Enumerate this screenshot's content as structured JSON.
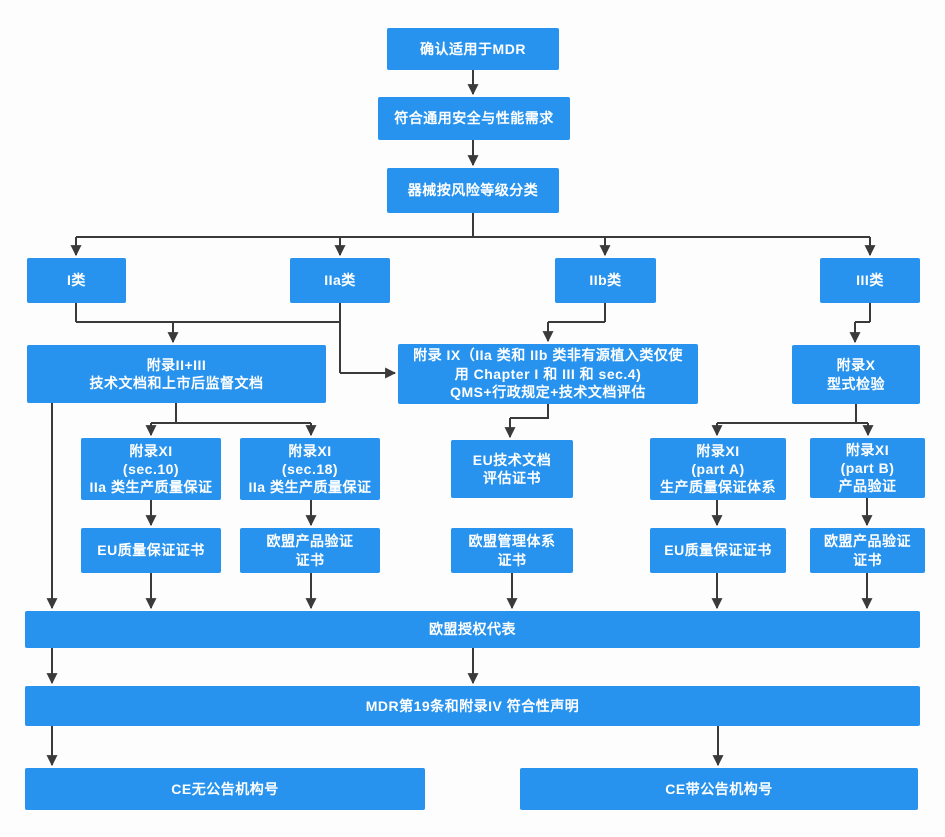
{
  "title": "MDR CE certification flowchart",
  "colors": {
    "node_fill": "#2793ee",
    "node_text": "#ffffff",
    "connector": "#3a3a3a",
    "background": "#fdfdfd"
  },
  "nodes": {
    "confirm_mdr": {
      "label": "确认适用于MDR"
    },
    "safety_requirements": {
      "label": "符合通用安全与性能需求"
    },
    "risk_classification": {
      "label": "器械按风险等级分类"
    },
    "class_i": {
      "label": "I类"
    },
    "class_iia": {
      "label": "IIa类"
    },
    "class_iib": {
      "label": "IIb类"
    },
    "class_iii": {
      "label": "III类"
    },
    "annex_2_3": {
      "label": "附录II+III\n技术文档和上市后监督文档"
    },
    "annex_9": {
      "label": "附录 IX（IIa 类和 IIb 类非有源植入类仅使\n用 Chapter I 和 III 和 sec.4)\nQMS+行政规定+技术文档评估"
    },
    "annex_10": {
      "label": "附录X\n型式检验"
    },
    "annex_11_sec10": {
      "label": "附录XI\n(sec.10)\nIIa 类生产质量保证"
    },
    "annex_11_sec18": {
      "label": "附录XI\n(sec.18)\nIIa 类生产质量保证"
    },
    "eu_tech_doc_cert": {
      "label": "EU技术文档\n评估证书"
    },
    "annex_11_part_a": {
      "label": "附录XI\n(part A)\n生产质量保证体系"
    },
    "annex_11_part_b": {
      "label": "附录XI\n(part B)\n产品验证"
    },
    "eu_qa_cert_left": {
      "label": "EU质量保证证书"
    },
    "eu_product_cert_left": {
      "label": "欧盟产品验证\n证书"
    },
    "eu_mgmt_system_cert": {
      "label": "欧盟管理体系\n证书"
    },
    "eu_qa_cert_right": {
      "label": "EU质量保证证书"
    },
    "eu_product_cert_right": {
      "label": "欧盟产品验证\n证书"
    },
    "eu_authorized_rep": {
      "label": "欧盟授权代表"
    },
    "declaration_of_conformity": {
      "label": "MDR第19条和附录IV 符合性声明"
    },
    "ce_without_notified_body": {
      "label": "CE无公告机构号"
    },
    "ce_with_notified_body": {
      "label": "CE带公告机构号"
    }
  }
}
